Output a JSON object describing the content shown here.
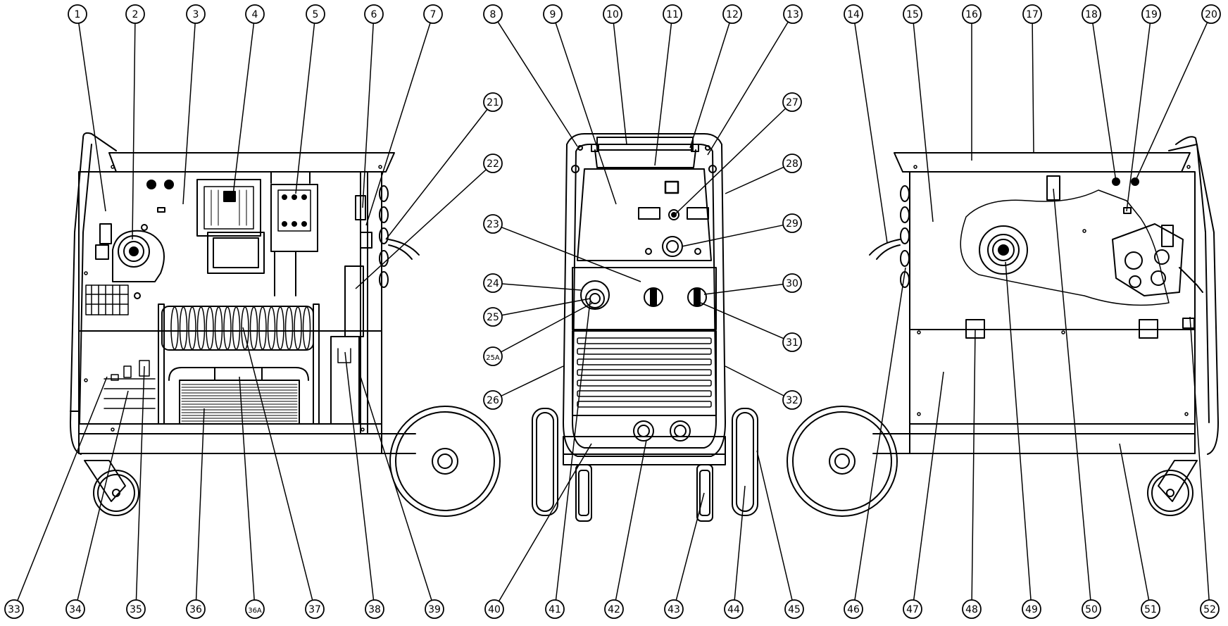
{
  "diagram": {
    "colors": {
      "line": "#000000",
      "fill": "#ffffff"
    },
    "top_callouts": [
      "1",
      "2",
      "3",
      "4",
      "5",
      "6",
      "7",
      "8",
      "9",
      "10",
      "11",
      "12",
      "13",
      "14",
      "15",
      "16",
      "17",
      "18",
      "19",
      "20"
    ],
    "mid_callouts_left": [
      "21",
      "22",
      "23",
      "24",
      "25",
      "25A",
      "26"
    ],
    "mid_callouts_right": [
      "27",
      "28",
      "29",
      "30",
      "31",
      "32"
    ],
    "bottom_callouts": [
      "33",
      "34",
      "35",
      "36",
      "36A",
      "37",
      "38",
      "39",
      "40",
      "41",
      "42",
      "43",
      "44",
      "45",
      "46",
      "47",
      "48",
      "49",
      "50",
      "51",
      "52"
    ]
  }
}
